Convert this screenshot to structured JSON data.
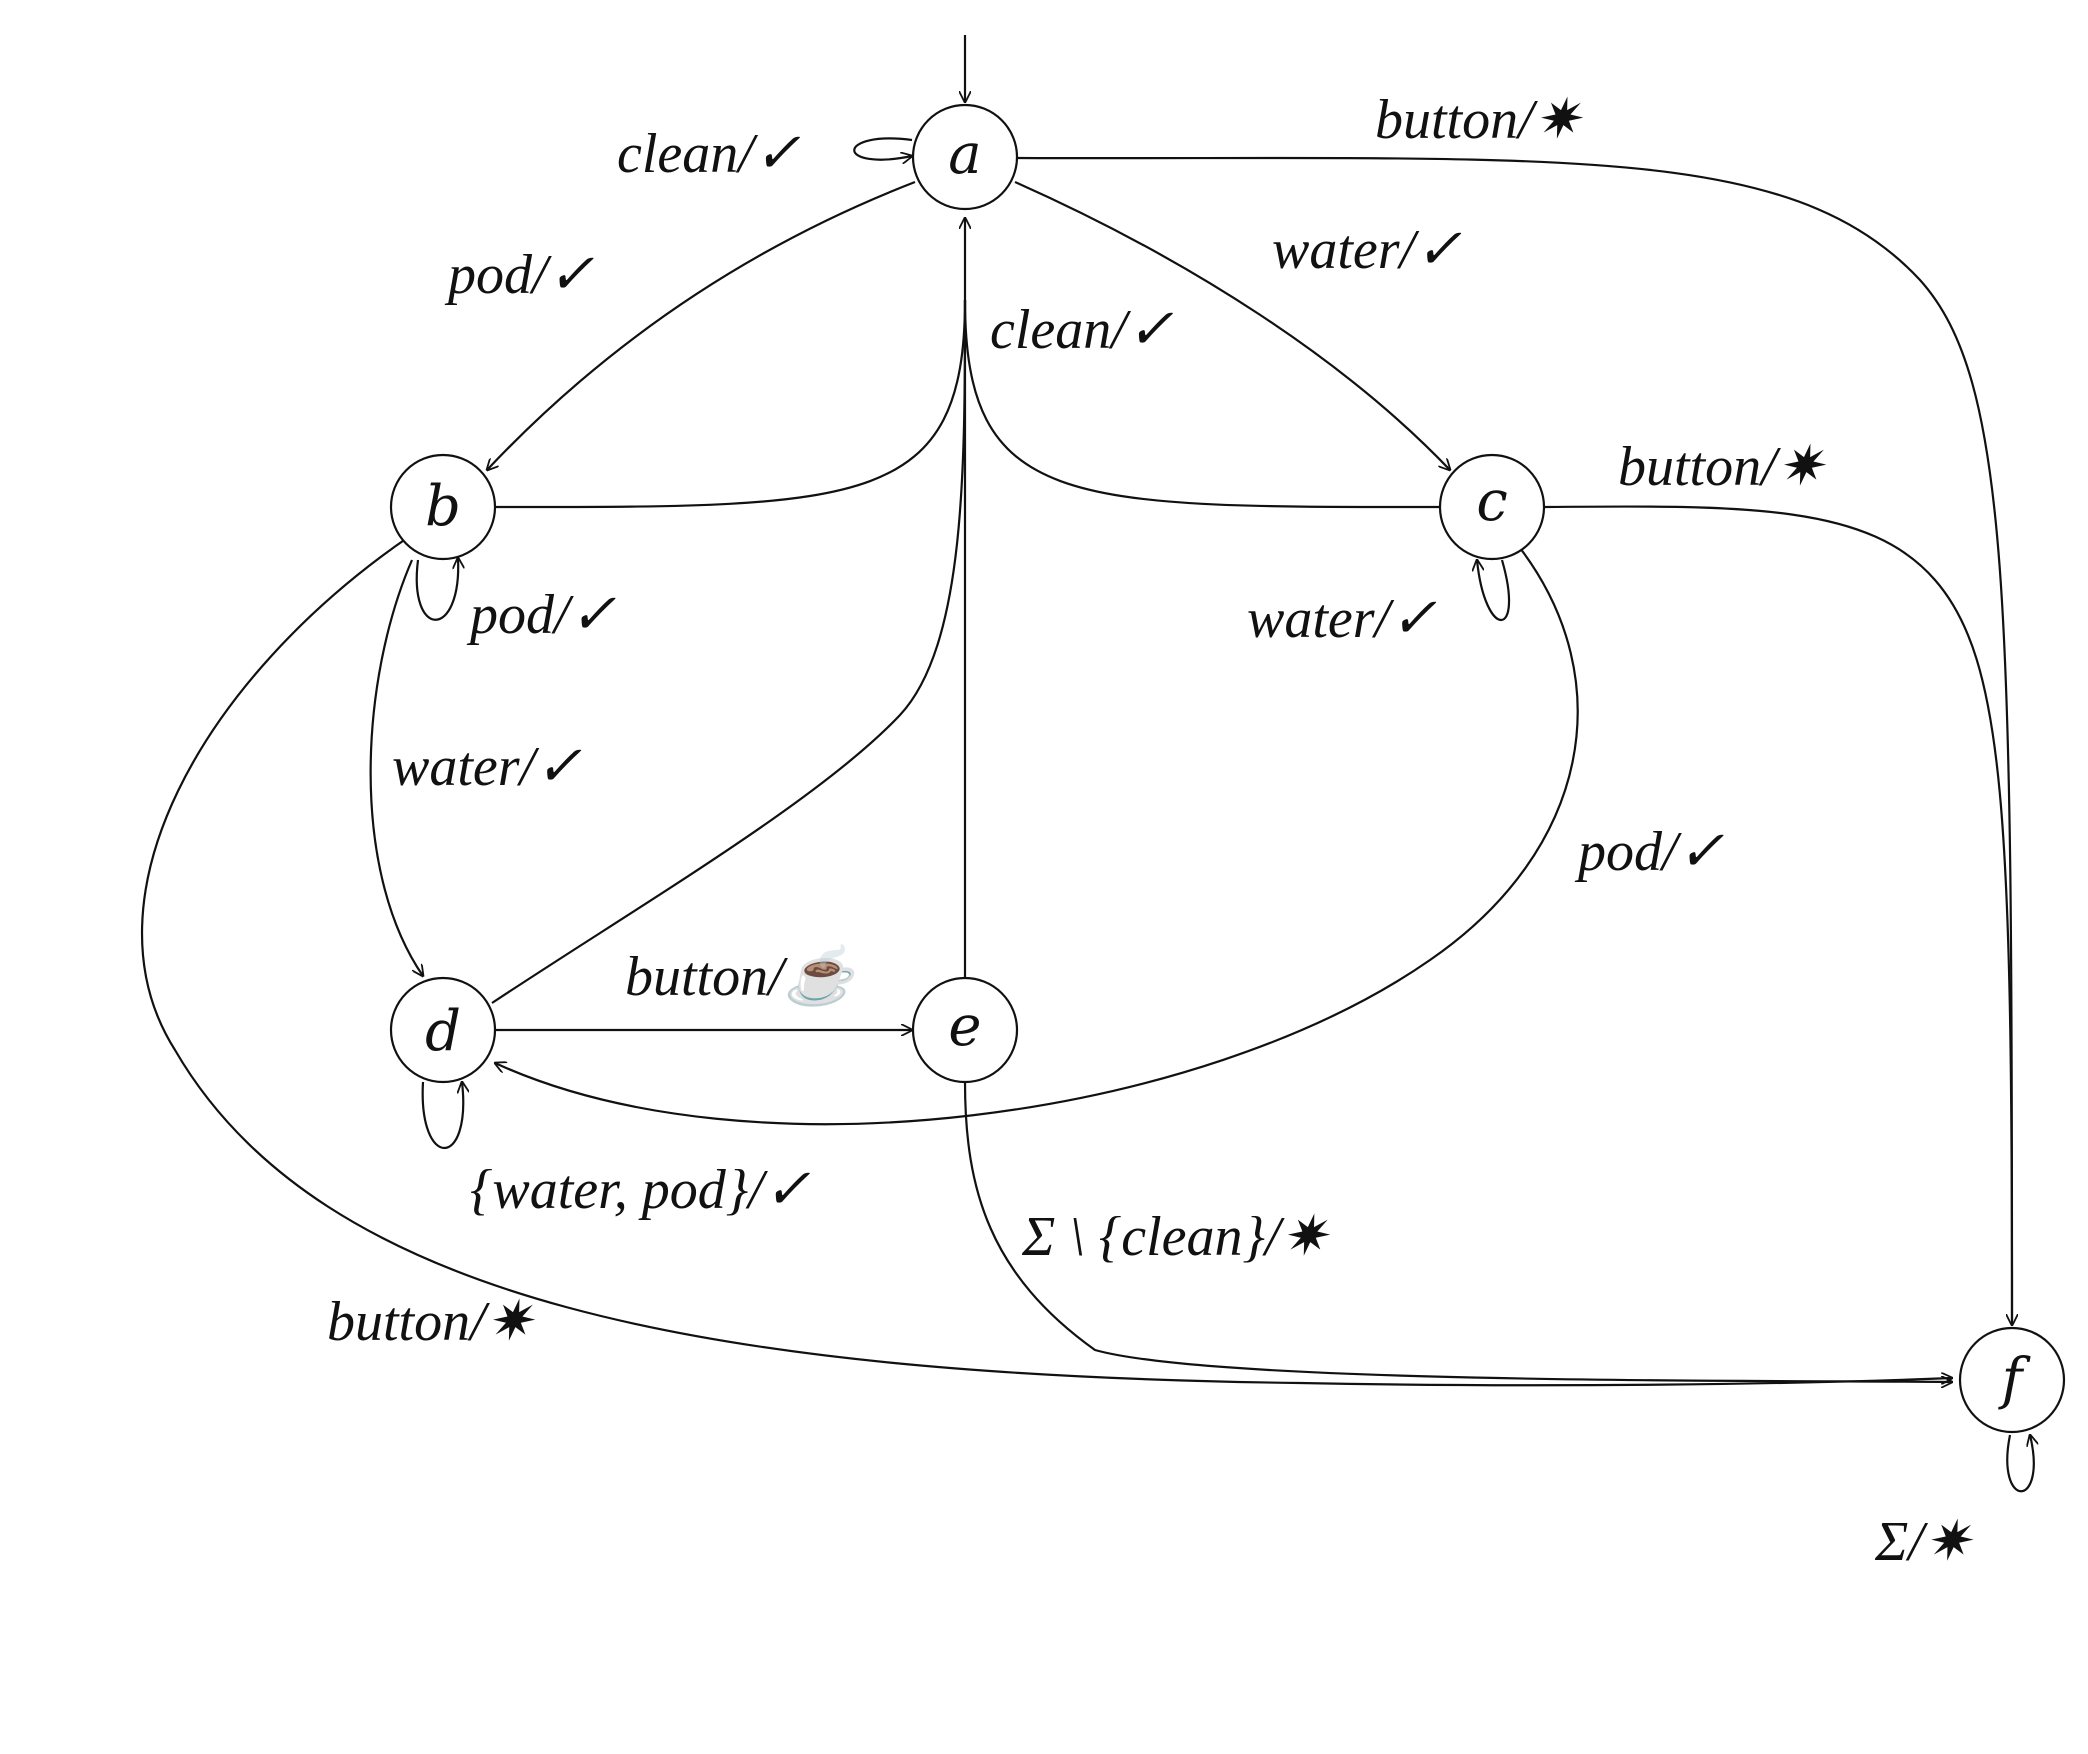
{
  "diagram": {
    "nodes": {
      "a": "a",
      "b": "b",
      "c": "c",
      "d": "d",
      "e": "e",
      "f": "f"
    },
    "edge_labels": {
      "a_self": "clean/✓",
      "a_to_f": "button/✷",
      "a_to_b": "pod/✓",
      "a_to_c": "water/✓",
      "to_a_clean": "clean/✓",
      "c_to_f": "button/✷",
      "b_self": "pod/✓",
      "c_self": "water/✓",
      "b_to_d": "water/✓",
      "c_to_d": "pod/✓",
      "d_to_e": "button/☕",
      "d_self": "{water, pod}/✓",
      "e_to_f": "Σ \\ {clean}/✷",
      "b_to_f": "button/✷",
      "f_self": "Σ/✷"
    }
  }
}
